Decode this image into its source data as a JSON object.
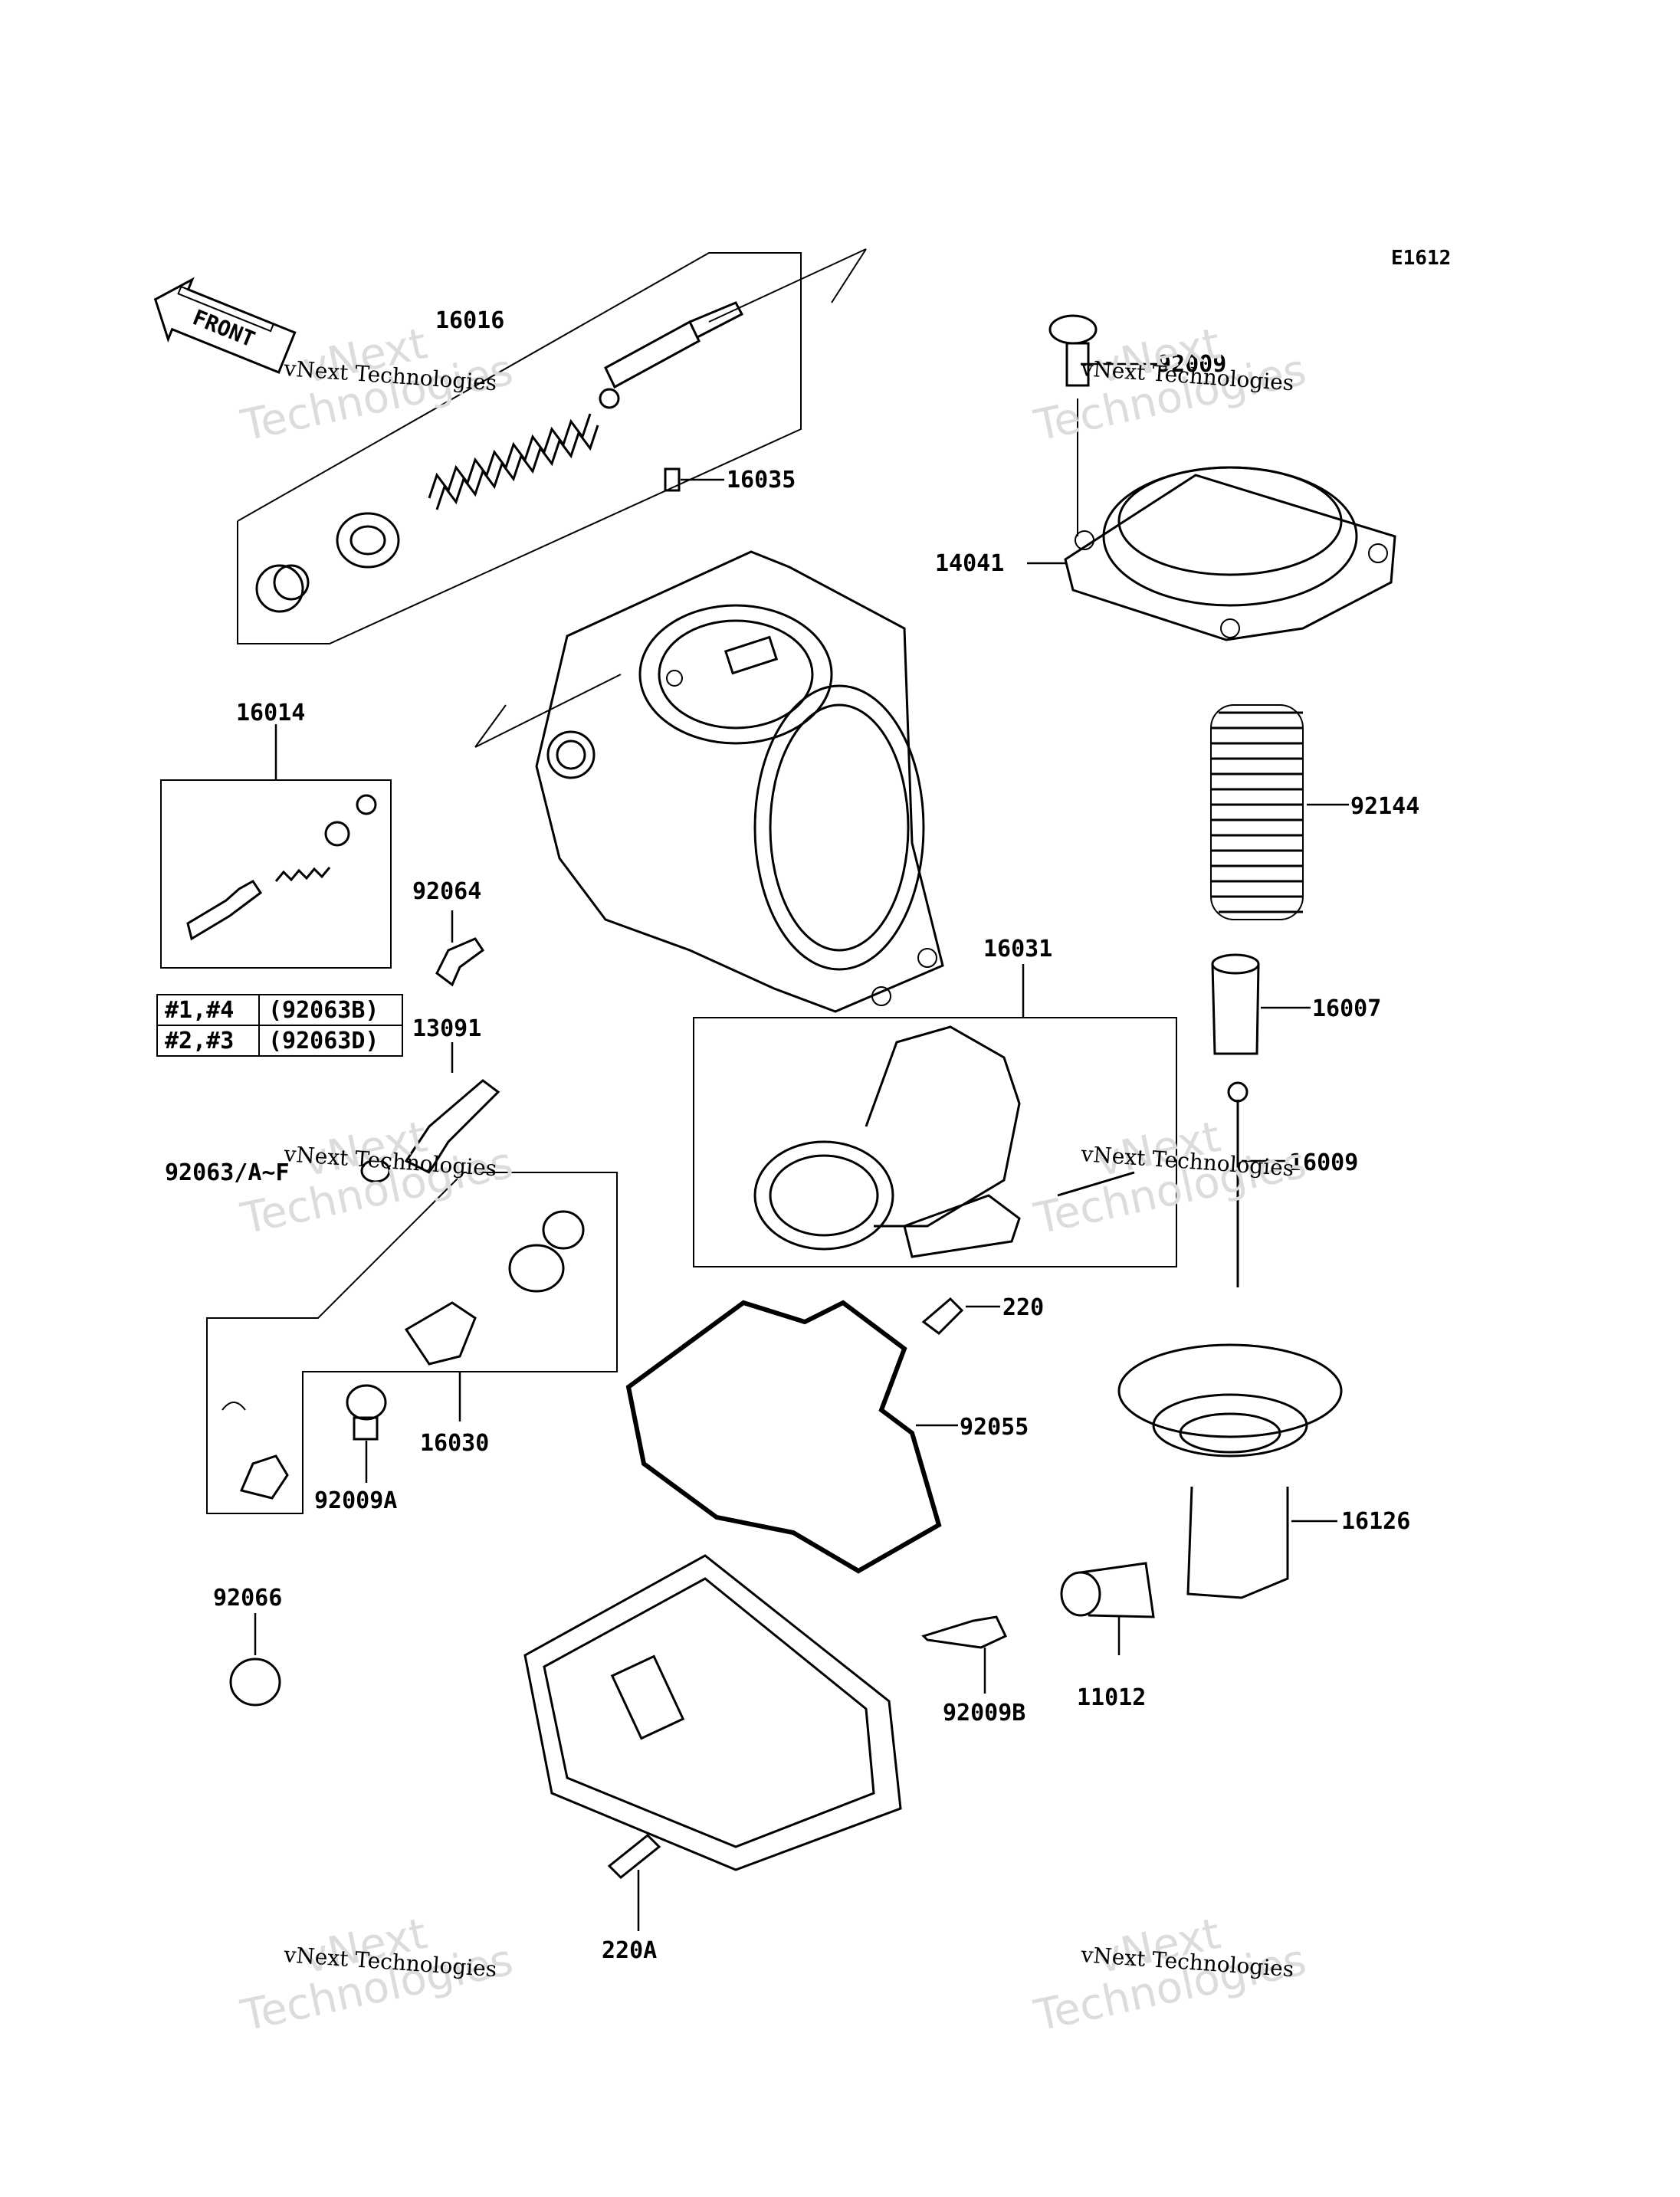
{
  "diagram_code": "E1612",
  "front_label": "FRONT",
  "parts": [
    {
      "id": "p16016",
      "number": "16016"
    },
    {
      "id": "p16035",
      "number": "16035"
    },
    {
      "id": "p92009",
      "number": "92009"
    },
    {
      "id": "p14041",
      "number": "14041"
    },
    {
      "id": "p16014",
      "number": "16014"
    },
    {
      "id": "p92144",
      "number": "92144"
    },
    {
      "id": "p92064",
      "number": "92064"
    },
    {
      "id": "p16031",
      "number": "16031"
    },
    {
      "id": "p16007",
      "number": "16007"
    },
    {
      "id": "p13091",
      "number": "13091"
    },
    {
      "id": "p92063",
      "number": "92063/A~F"
    },
    {
      "id": "p16009",
      "number": "16009"
    },
    {
      "id": "p220",
      "number": "220"
    },
    {
      "id": "p92055",
      "number": "92055"
    },
    {
      "id": "p16030",
      "number": "16030"
    },
    {
      "id": "p92009A",
      "number": "92009A"
    },
    {
      "id": "p16126",
      "number": "16126"
    },
    {
      "id": "p92066",
      "number": "92066"
    },
    {
      "id": "p92009B",
      "number": "92009B"
    },
    {
      "id": "p11012",
      "number": "11012"
    },
    {
      "id": "p220A",
      "number": "220A"
    }
  ],
  "jet_table": {
    "rows": [
      {
        "cylinders": "#1,#4",
        "part": "(92063B)"
      },
      {
        "cylinders": "#2,#3",
        "part": "(92063D)"
      }
    ]
  },
  "watermark": {
    "line1": "vNext Technologies",
    "line2a": "vNext",
    "line2b": "Technologies"
  }
}
